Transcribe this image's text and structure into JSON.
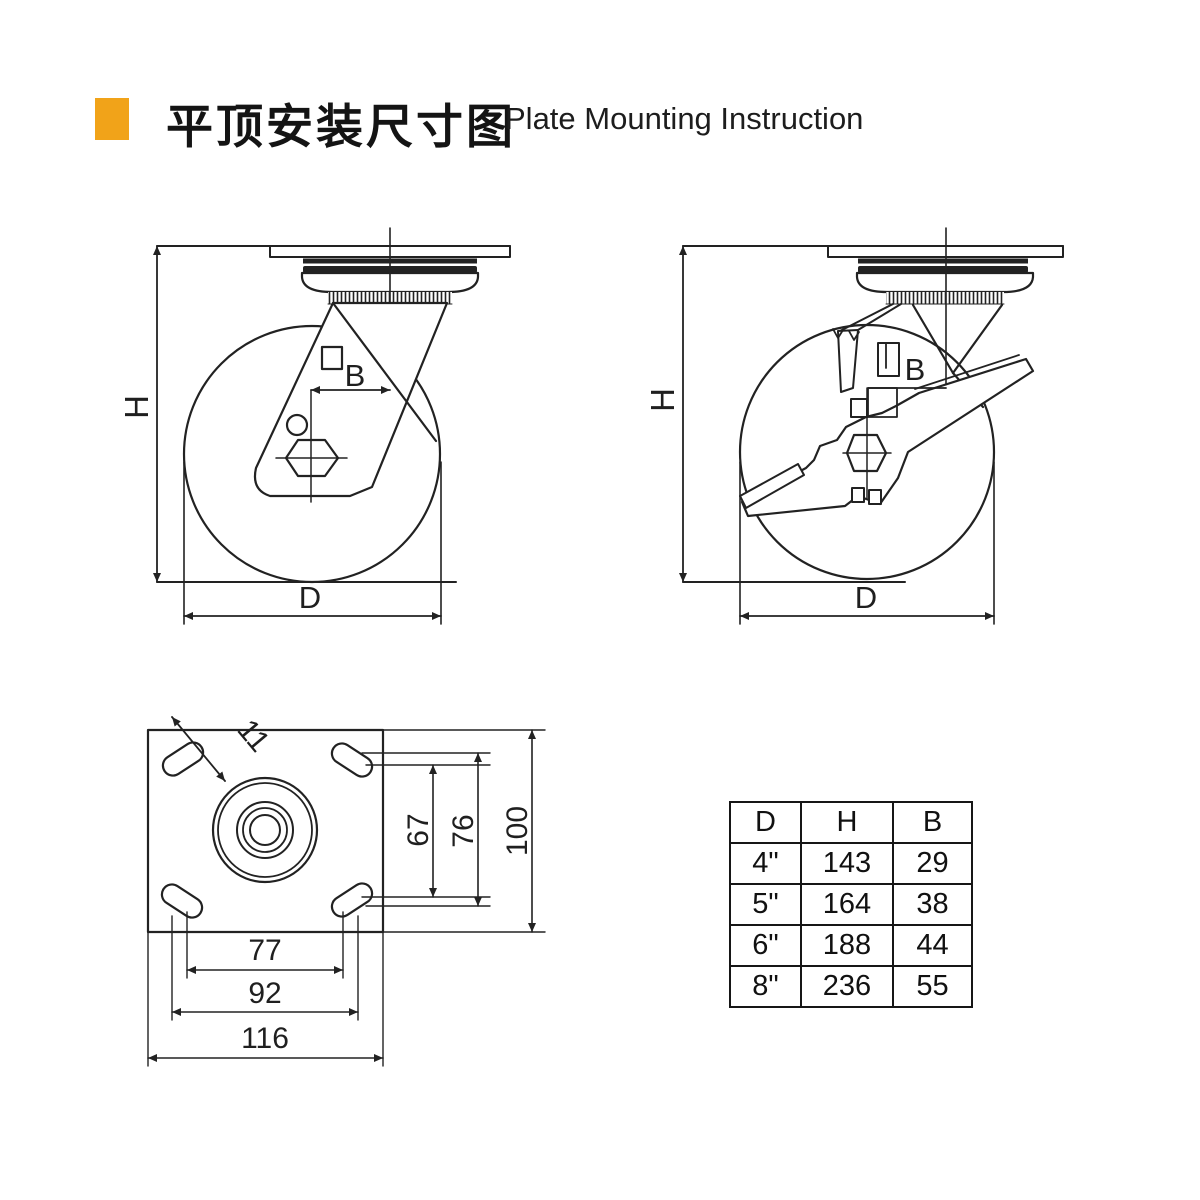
{
  "page": {
    "background_color": "#ffffff",
    "line_color": "#222222",
    "accent_color": "#F1A319"
  },
  "header": {
    "bullet_icon": "orange-square-bullet",
    "title_zh": "平顶安装尺寸图",
    "title_en": "Plate Mounting Instruction"
  },
  "dims": {
    "swivel": {
      "h": "H",
      "d": "D",
      "b": "B"
    },
    "brake": {
      "h": "H",
      "d": "D",
      "b": "B"
    },
    "plate": {
      "slot": "11",
      "v_inner": "67",
      "v_outer": "76",
      "v_total": "100",
      "h_inner": "77",
      "h_outer": "92",
      "h_total": "116"
    }
  },
  "spec_table": {
    "headers": [
      "D",
      "H",
      "B"
    ],
    "rows": [
      [
        "4\"",
        "143",
        "29"
      ],
      [
        "5\"",
        "164",
        "38"
      ],
      [
        "6\"",
        "188",
        "44"
      ],
      [
        "8\"",
        "236",
        "55"
      ]
    ]
  }
}
